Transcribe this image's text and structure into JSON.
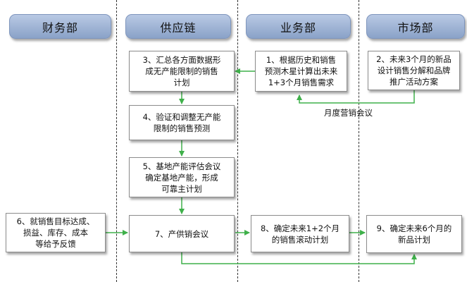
{
  "columns": [
    {
      "id": "finance",
      "label": "财务部"
    },
    {
      "id": "supply",
      "label": "供应链"
    },
    {
      "id": "business",
      "label": "业务部"
    },
    {
      "id": "market",
      "label": "市场部"
    }
  ],
  "boxes": {
    "box1": [
      "1、根据历史和销售",
      "预测木星计算出未来",
      "1+3个月销售需求"
    ],
    "box2": [
      "2、未来3个月的新品",
      "设计销售分解和品牌",
      "推广活动方案"
    ],
    "box3": [
      "3、汇总各方面数据形",
      "成无产能限制的销售",
      "计划"
    ],
    "box4": [
      "4、验证和调整无产能",
      "限制的销售预测"
    ],
    "box5": [
      "5、基地产能评估会议",
      "确定基地产能，形成",
      "可靠主计划"
    ],
    "box6": [
      "6、就销售目标达成、",
      "损益、库存、成本",
      "等给予反馈"
    ],
    "box7": [
      "7、产供销会议"
    ],
    "box8": [
      "8、确定未来1+2个月",
      "的销售滚动计划"
    ],
    "box9": [
      "9、确定未来6个月的",
      "新品计划"
    ]
  },
  "edge_labels": {
    "monthly_meeting": "月度营销会议"
  },
  "colors": {
    "arrow": "#3fb04a",
    "header_top": "#b9c9e4",
    "header_bottom": "#8aa2c8"
  }
}
